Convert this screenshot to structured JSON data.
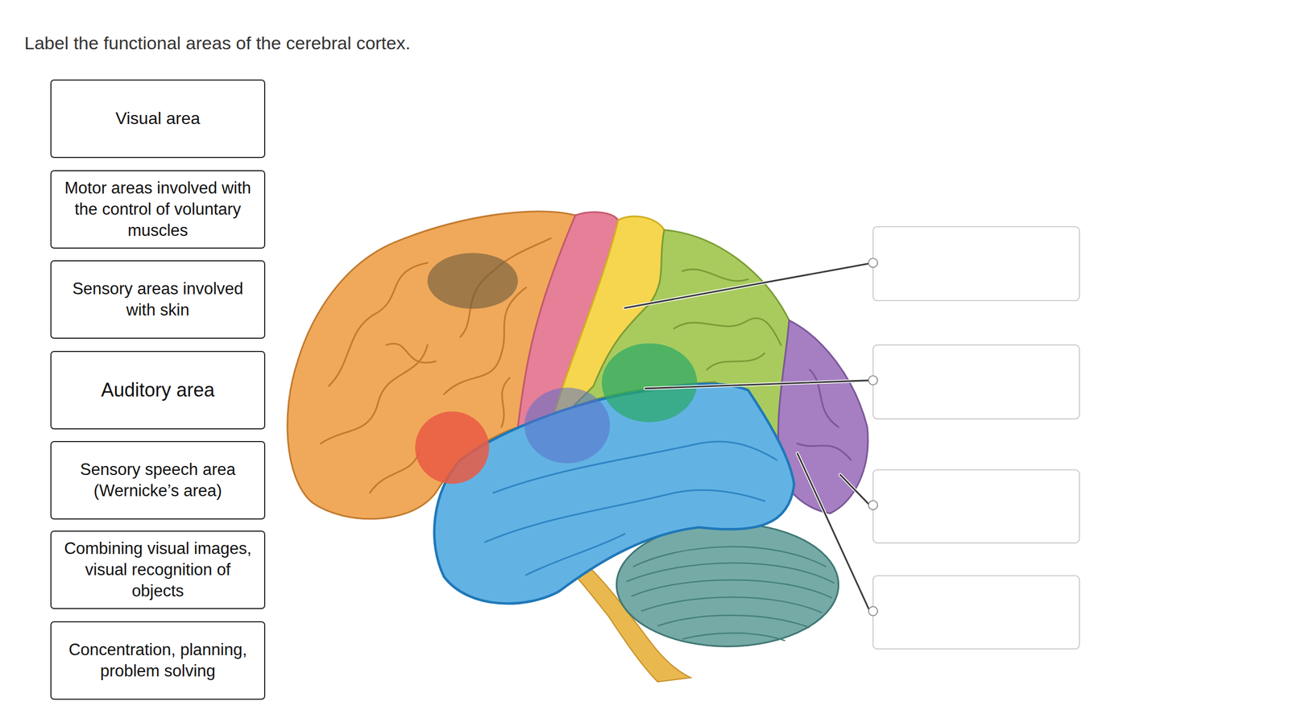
{
  "diagram": {
    "title": "Label the functional areas of the cerebral cortex.",
    "nodes": [
      {
        "text": [
          "Visual area"
        ]
      },
      {
        "text": [
          "Motor areas involved with the control of voluntary muscles"
        ]
      },
      {
        "text": [
          "Sensory areas involved with skin"
        ]
      },
      {
        "text": [
          "Auditory area"
        ]
      },
      {
        "text": [
          "Sensory speech area (Wernicke’s area)"
        ]
      },
      {
        "text": [
          "Combining visual images, visual recognition of objects"
        ]
      },
      {
        "text": [
          "Concentration, planning, problem solving"
        ]
      }
    ]
  }
}
